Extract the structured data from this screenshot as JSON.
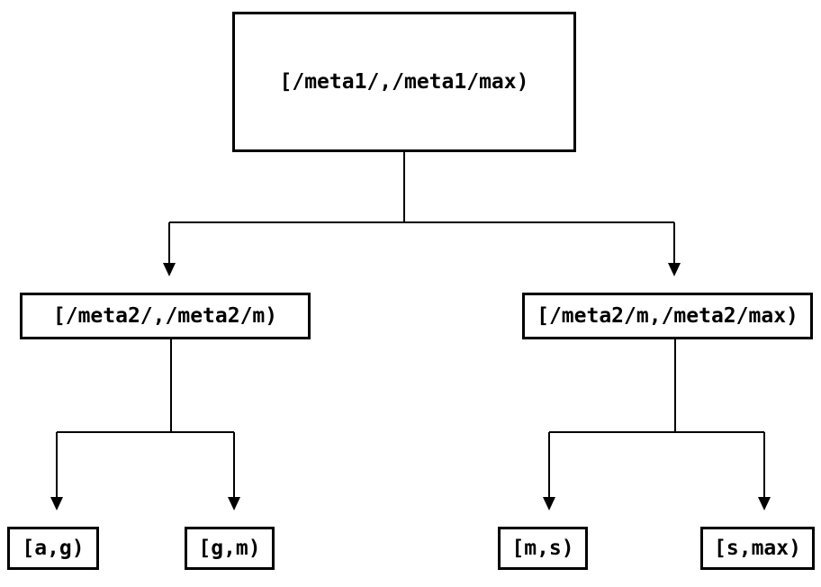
{
  "diagram": {
    "type": "binary-interval-tree",
    "colors": {
      "line": "#000000",
      "text": "#000000",
      "background": "#ffffff",
      "node_fill": "#ffffff"
    },
    "nodes": {
      "root": {
        "label": "[/meta1/,/meta1/max)"
      },
      "meta2_low": {
        "label": "[/meta2/,/meta2/m)"
      },
      "meta2_high": {
        "label": "[/meta2/m,/meta2/max)"
      },
      "ag": {
        "label": "[a,g)"
      },
      "gm": {
        "label": "[g,m)"
      },
      "ms": {
        "label": "[m,s)"
      },
      "smax": {
        "label": "[s,max)"
      }
    },
    "edges": [
      {
        "from": "root",
        "to": "meta2_low"
      },
      {
        "from": "root",
        "to": "meta2_high"
      },
      {
        "from": "meta2_low",
        "to": "ag"
      },
      {
        "from": "meta2_low",
        "to": "gm"
      },
      {
        "from": "meta2_high",
        "to": "ms"
      },
      {
        "from": "meta2_high",
        "to": "smax"
      }
    ]
  }
}
